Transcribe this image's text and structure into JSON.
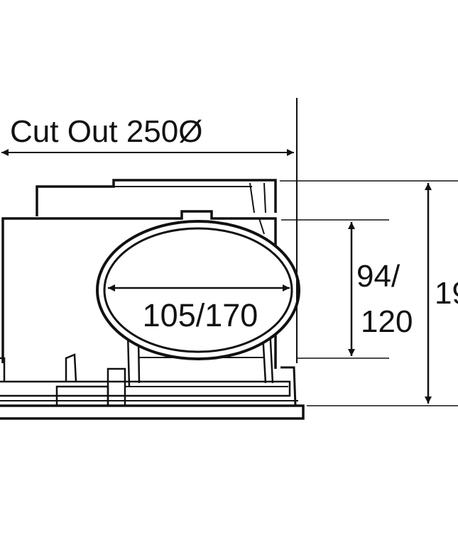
{
  "cutout_label": "Cut Out 250Ø",
  "spigot_label": "105/170",
  "spigot_height_label_line1": "94/",
  "spigot_height_label_line2": "120",
  "overall_height_label": "19",
  "colors": {
    "line": "#111111",
    "background": "#ffffff"
  }
}
